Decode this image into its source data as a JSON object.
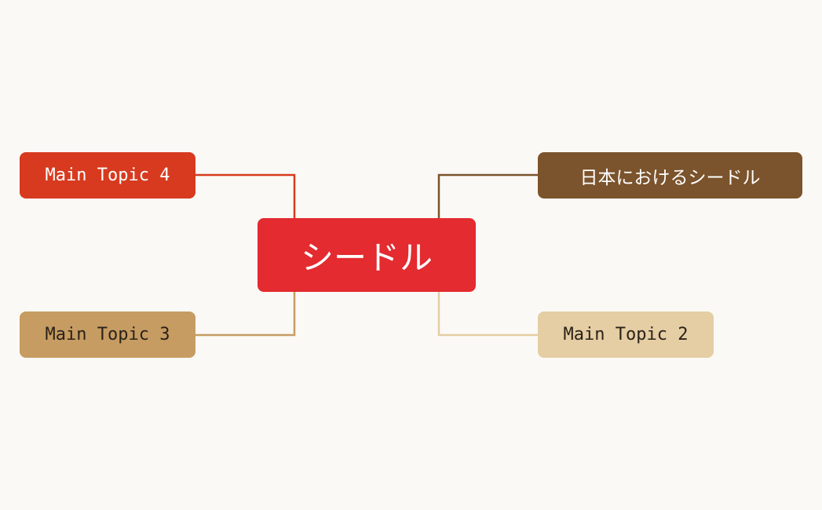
{
  "central_topic": {
    "label": "シードル",
    "color": "#e32b30",
    "text_color": "#ffffff"
  },
  "topics": {
    "japan": {
      "label": "日本におけるシードル",
      "color": "#7b532c",
      "text_color": "#ffffff"
    },
    "topic2": {
      "label": "Main Topic 2",
      "color": "#e5cda4",
      "text_color": "#2a2218"
    },
    "topic3": {
      "label": "Main Topic 3",
      "color": "#c69c62",
      "text_color": "#2a2218"
    },
    "topic4": {
      "label": "Main Topic 4",
      "color": "#d73a1f",
      "text_color": "#ffffff"
    }
  },
  "background": "#fbf9f5"
}
